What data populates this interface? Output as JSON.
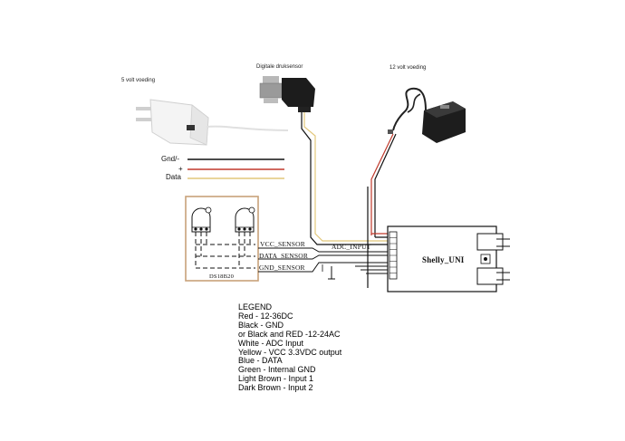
{
  "devices": {
    "psu_5v": "5 volt voeding",
    "pressure_sensor": "Digitale druksensor",
    "psu_12v": "12 volt voeding",
    "temp_sensor": "DS18B20",
    "shelly": "Shelly_UNI"
  },
  "wires": {
    "gnd": "Gnd/-",
    "plus": "+",
    "data": "Data"
  },
  "signals": {
    "vcc": "VCC_SENSOR",
    "data": "DATA_SENSOR",
    "gnd": "GND_SENSOR",
    "adc": "ADC_INPUT"
  },
  "legend": {
    "title": "LEGEND",
    "items": [
      "Red - 12-36DC",
      "Black - GND",
      "or Black and RED -12-24AC",
      "White - ADC Input",
      "Yellow - VCC 3.3VDC output",
      "Blue - DATA",
      "Green - Internal GND",
      "Light Brown - Input 1",
      "Dark Brown - Input 2"
    ]
  },
  "colors": {
    "sensor_box": "#c8a27a",
    "red_wire": "#c0392b",
    "yellow_wire": "#e2c77a",
    "dark_wire": "#222222"
  }
}
